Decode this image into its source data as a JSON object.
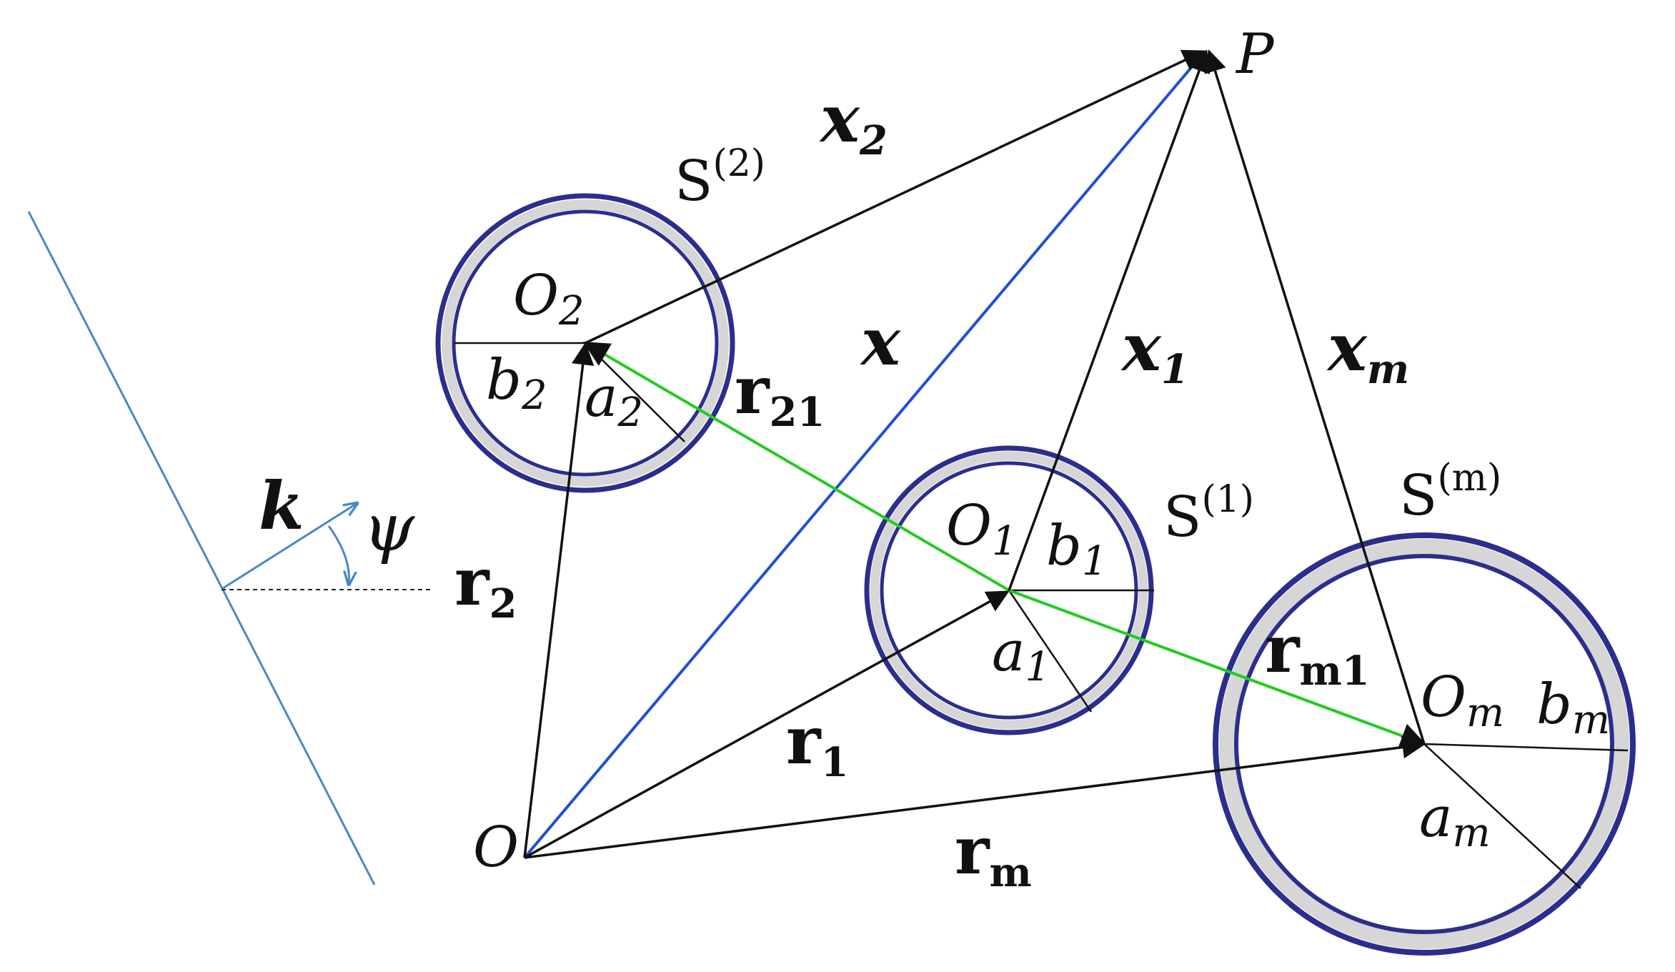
{
  "diagram": {
    "labels": {
      "P": "P",
      "O": "O",
      "x": "x",
      "x2": "x",
      "x2_sub": "2",
      "x1": "x",
      "x1_sub": "1",
      "xm": "x",
      "xm_sub": "m",
      "S2": "S",
      "S2_sup": "(2)",
      "S1": "S",
      "S1_sup": "(1)",
      "Sm": "S",
      "Sm_sup": "(m)",
      "O2": "O",
      "O2_sub": "2",
      "O1": "O",
      "O1_sub": "1",
      "Om": "O",
      "Om_sub": "m",
      "b2": "b",
      "b2_sub": "2",
      "a2": "a",
      "a2_sub": "2",
      "b1": "b",
      "b1_sub": "1",
      "a1": "a",
      "a1_sub": "1",
      "bm": "b",
      "bm_sub": "m",
      "am": "a",
      "am_sub": "m",
      "r21": "r",
      "r21_sub": "21",
      "r2": "r",
      "r2_sub": "2",
      "r1": "r",
      "r1_sub": "1",
      "rm": "r",
      "rm_sub": "m",
      "rm1": "r",
      "rm1_sub": "m1",
      "k": "k",
      "psi": "ψ"
    },
    "colors": {
      "cylinder_ring": "#2b2e8c",
      "cylinder_fill": "#dcdcdc",
      "blue_vector": "#1f4fd6",
      "green_vector": "#22cc22",
      "wave": "#4a87c8"
    }
  }
}
